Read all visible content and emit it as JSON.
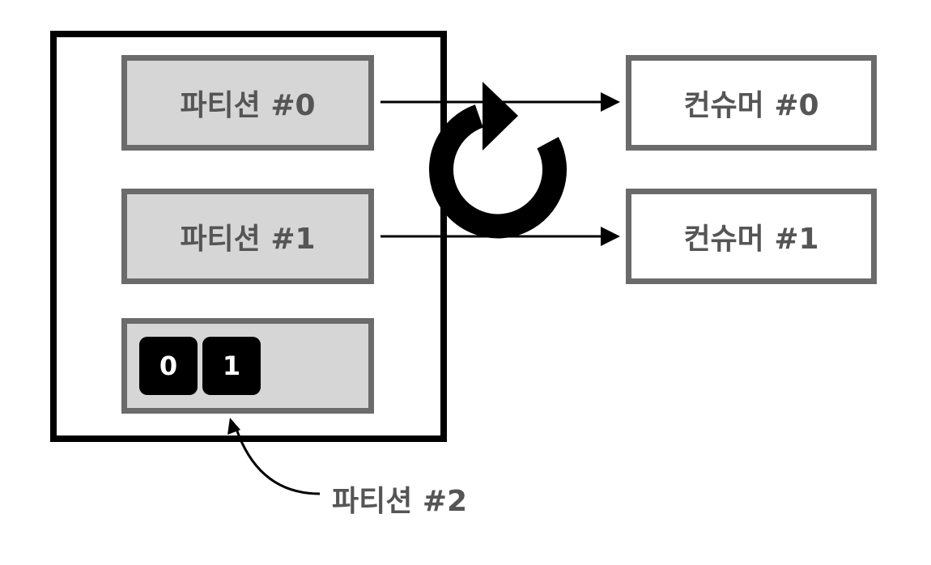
{
  "partitions": [
    {
      "label": "파티션 #0"
    },
    {
      "label": "파티션 #1"
    }
  ],
  "partition2": {
    "label": "파티션 #2",
    "records": [
      "0",
      "1"
    ]
  },
  "consumers": [
    {
      "label": "컨슈머 #0"
    },
    {
      "label": "컨슈머 #1"
    }
  ],
  "icons": {
    "rotation": "circular-arrow-icon"
  }
}
